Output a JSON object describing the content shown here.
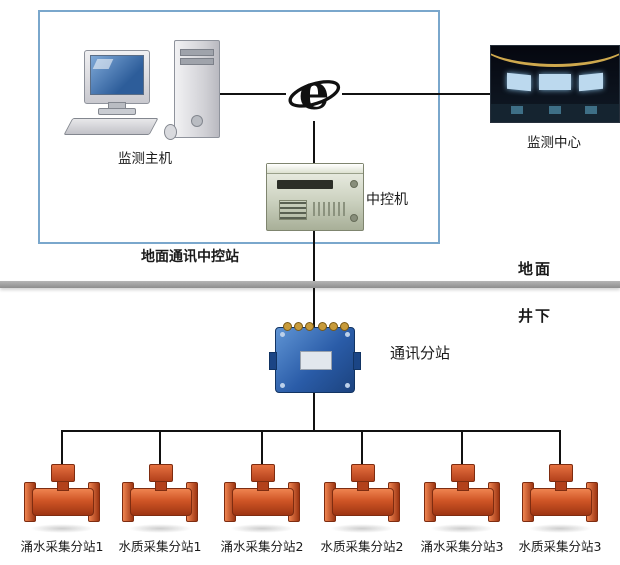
{
  "diagram": {
    "ground_station_label": "地面通讯中控站",
    "host_label": "监测主机",
    "center_label": "监测中心",
    "control_label": "中控机",
    "surface_label": "地面",
    "underground_label": "井下",
    "substation_label": "通讯分站",
    "devices": [
      {
        "label": "涌水采集分站1"
      },
      {
        "label": "水质采集分站1"
      },
      {
        "label": "涌水采集分站2"
      },
      {
        "label": "水质采集分站2"
      },
      {
        "label": "涌水采集分站3"
      },
      {
        "label": "水质采集分站3"
      }
    ],
    "colors": {
      "box_border": "#7aa7cc",
      "connector_line": "#111111",
      "divider_gray": "#8e8e8e",
      "device_orange": "#cf5526",
      "substation_blue": "#2a5ca8",
      "screen_blue": "#2d5d9a"
    }
  }
}
